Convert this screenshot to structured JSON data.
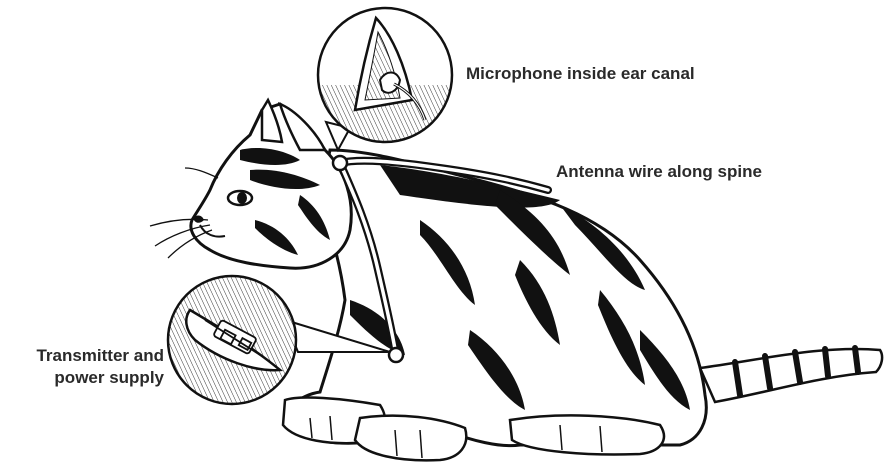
{
  "labels": {
    "microphone": "Microphone inside ear canal",
    "antenna": "Antenna wire along spine",
    "transmitter_line1": "Transmitter and",
    "transmitter_line2": "power supply"
  },
  "colors": {
    "ink": "#111111",
    "paper": "#ffffff",
    "label": "#2a2a2a"
  }
}
